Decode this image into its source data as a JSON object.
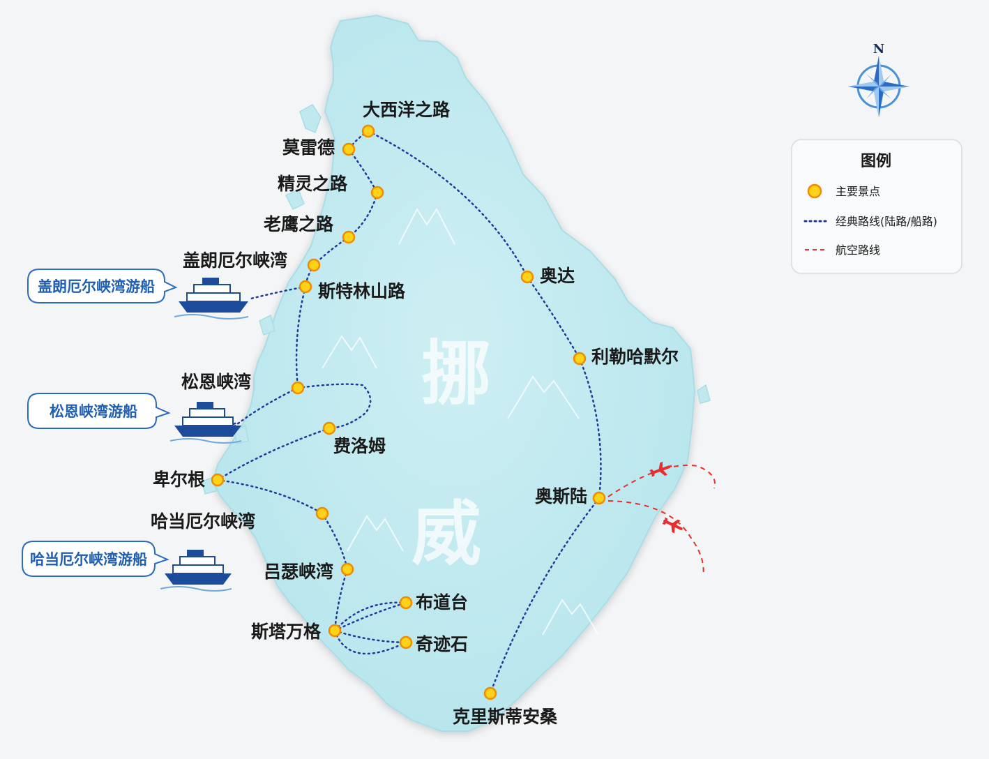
{
  "map": {
    "country_label": [
      "挪",
      "威"
    ]
  },
  "places": [
    {
      "id": "atlantic-road",
      "name": "大西洋之路"
    },
    {
      "id": "molde",
      "name": "莫雷德"
    },
    {
      "id": "trollstigen",
      "name": "精灵之路"
    },
    {
      "id": "eagle-road",
      "name": "老鹰之路"
    },
    {
      "id": "geirangerfjord",
      "name": "盖朗厄尔峡湾"
    },
    {
      "id": "strynefjell",
      "name": "斯特林山路"
    },
    {
      "id": "sognefjord",
      "name": "松恩峡湾"
    },
    {
      "id": "flam",
      "name": "费洛姆"
    },
    {
      "id": "bergen",
      "name": "卑尔根"
    },
    {
      "id": "hardangerfjord",
      "name": "哈当厄尔峡湾"
    },
    {
      "id": "lysefjord",
      "name": "吕瑟峡湾"
    },
    {
      "id": "pulpit-rock",
      "name": "布道台"
    },
    {
      "id": "stavanger",
      "name": "斯塔万格"
    },
    {
      "id": "kjerag",
      "name": "奇迹石"
    },
    {
      "id": "kristiansand",
      "name": "克里斯蒂安桑"
    },
    {
      "id": "oslo",
      "name": "奥斯陆"
    },
    {
      "id": "lillehammer",
      "name": "利勒哈默尔"
    },
    {
      "id": "otta",
      "name": "奥达"
    }
  ],
  "cruises": [
    {
      "id": "geiranger-cruise",
      "label": "盖朗厄尔峡湾游船"
    },
    {
      "id": "sogne-cruise",
      "label": "松恩峡湾游船"
    },
    {
      "id": "hardanger-cruise",
      "label": "哈当厄尔峡湾游船"
    }
  ],
  "legend": {
    "title": "图例",
    "items": [
      {
        "symbol": "yellow-dot",
        "label": "主要景点"
      },
      {
        "symbol": "blue-dotted-line",
        "label": "经典路线(陆路/船路)"
      },
      {
        "symbol": "red-dashed-line",
        "label": "航空路线"
      }
    ]
  },
  "compass": {
    "north": "N"
  },
  "colors": {
    "land": "#bfe9ef",
    "land_edge": "#a4dbe5",
    "background": "#f4f5f6",
    "classic_route": "#1f3a9a",
    "air_route": "#e62e2e",
    "poi_fill": "#ffd21a",
    "poi_stroke": "#f08c00",
    "callout_border": "#2a6ac0",
    "callout_text": "#1f5fb0",
    "ship_hull": "#1c4b9a"
  }
}
